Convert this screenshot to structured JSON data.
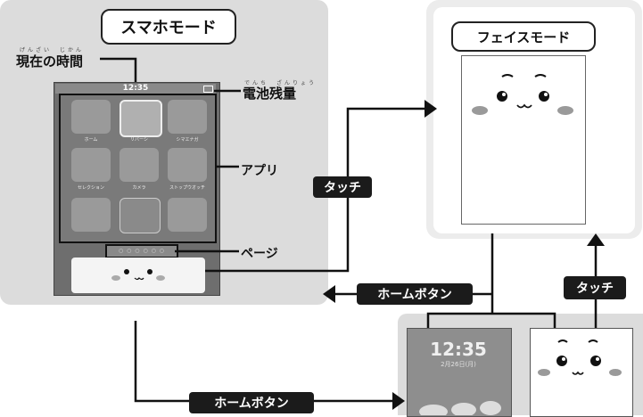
{
  "titles": {
    "phone_mode": "スマホモード",
    "face_mode": "フェイスモード"
  },
  "labels": {
    "current_time": "現在の時間",
    "current_time_ruby": "げんざい　じかん",
    "battery": "電池残量",
    "battery_ruby": "でんち　ざんりょう",
    "apps": "アプリ",
    "page": "ページ"
  },
  "phone": {
    "status_time": "12:35",
    "page_indicator": "○ ○ ○ ○ ○ ○",
    "app_labels": [
      "ホーム",
      "リバーシ",
      "シマエナガ",
      "セレクション",
      "カメラ",
      "ストップウオッチ"
    ]
  },
  "buttons": {
    "touch_left": "タッチ",
    "touch_right": "タッチ",
    "home_top": "ホームボタン",
    "home_bottom": "ホームボタン"
  },
  "lock_screen": {
    "time": "12:35",
    "date": "2月26日(月)"
  }
}
